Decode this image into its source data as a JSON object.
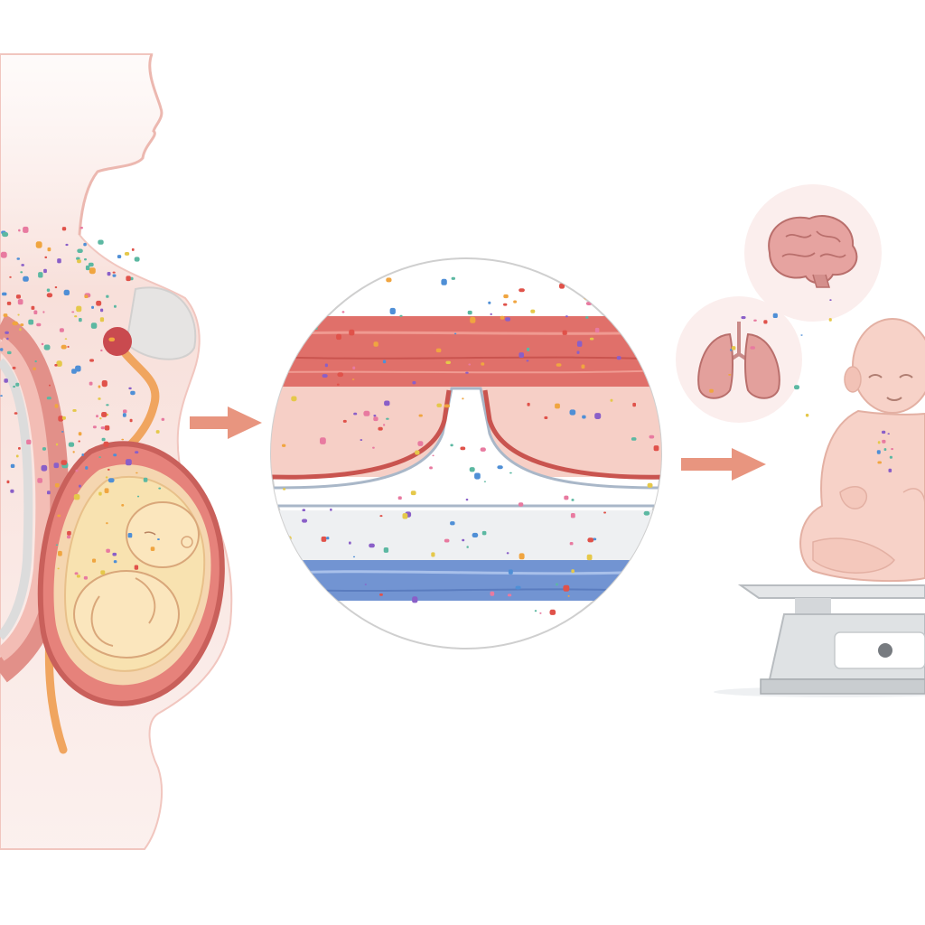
{
  "figure": {
    "panels": [
      {
        "id": "mother",
        "subject": "pregnant-mother-cross-section"
      },
      {
        "id": "placenta",
        "subject": "placental-barrier-magnified"
      },
      {
        "id": "infant",
        "subject": "infant-on-scale-with-brain-and-lungs"
      }
    ],
    "colors": {
      "background": "#ffffff",
      "skin": "#f6d9d3",
      "tissue_red": "#d9605a",
      "tissue_pink": "#f2b4ac",
      "vessel_blue": "#6f8fcf",
      "fetus": "#f8e2b0",
      "arrow": "#e8957f",
      "scale_gray": "#d8dcdf"
    },
    "particle_colors": [
      "#e0524a",
      "#f0a540",
      "#4f8fd6",
      "#5cb8a2",
      "#8a5fc8",
      "#e5c84a",
      "#e87aa0"
    ]
  }
}
